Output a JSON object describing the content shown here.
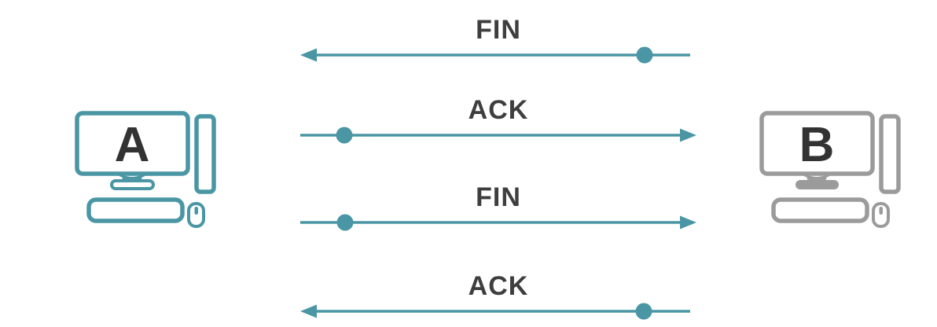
{
  "diagram": {
    "type": "sequence-diagram",
    "computers": [
      {
        "id": "A",
        "label": "A",
        "color": "#4a96a4",
        "side": "left"
      },
      {
        "id": "B",
        "label": "B",
        "color": "#9b9b9b",
        "side": "right"
      }
    ],
    "messages": [
      {
        "label": "FIN",
        "from": "B",
        "to": "A",
        "direction": "left",
        "dot_position": "right"
      },
      {
        "label": "ACK",
        "from": "A",
        "to": "B",
        "direction": "right",
        "dot_position": "left"
      },
      {
        "label": "FIN",
        "from": "A",
        "to": "B",
        "direction": "right",
        "dot_position": "left"
      },
      {
        "label": "ACK",
        "from": "B",
        "to": "A",
        "direction": "left",
        "dot_position": "right"
      }
    ],
    "colors": {
      "arrow": "#4a96a4",
      "message_label": "#3e3e3e",
      "computer_a": "#4a96a4",
      "computer_b": "#9b9b9b",
      "screen_letter": "#333333"
    }
  }
}
